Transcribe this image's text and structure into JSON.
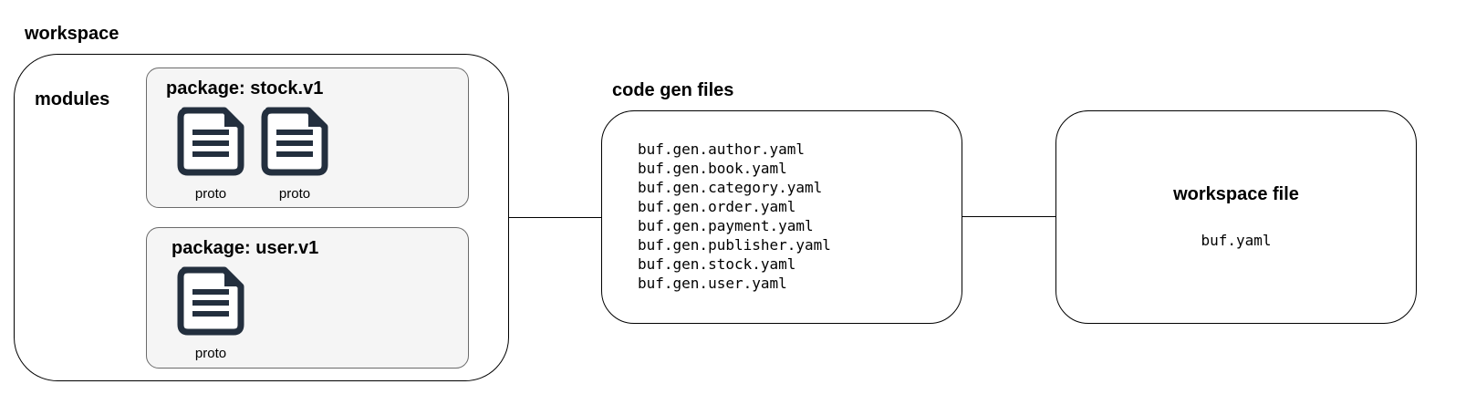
{
  "workspace": {
    "title": "workspace",
    "modules_label": "modules",
    "packages": [
      {
        "label": "package: stock.v1",
        "files": [
          {
            "icon": "document-icon",
            "caption": "proto"
          },
          {
            "icon": "document-icon",
            "caption": "proto"
          }
        ]
      },
      {
        "label": "package: user.v1",
        "files": [
          {
            "icon": "document-icon",
            "caption": "proto"
          }
        ]
      }
    ]
  },
  "code_gen": {
    "title": "code gen files",
    "files": [
      "buf.gen.author.yaml",
      "buf.gen.book.yaml",
      "buf.gen.category.yaml",
      "buf.gen.order.yaml",
      "buf.gen.payment.yaml",
      "buf.gen.publisher.yaml",
      "buf.gen.stock.yaml",
      "buf.gen.user.yaml"
    ]
  },
  "workspace_file": {
    "title": "workspace file",
    "filename": "buf.yaml"
  },
  "colors": {
    "icon": "#232f3e",
    "package_fill": "#f5f5f5",
    "package_border": "#6b6b6b",
    "outline": "#000000"
  }
}
